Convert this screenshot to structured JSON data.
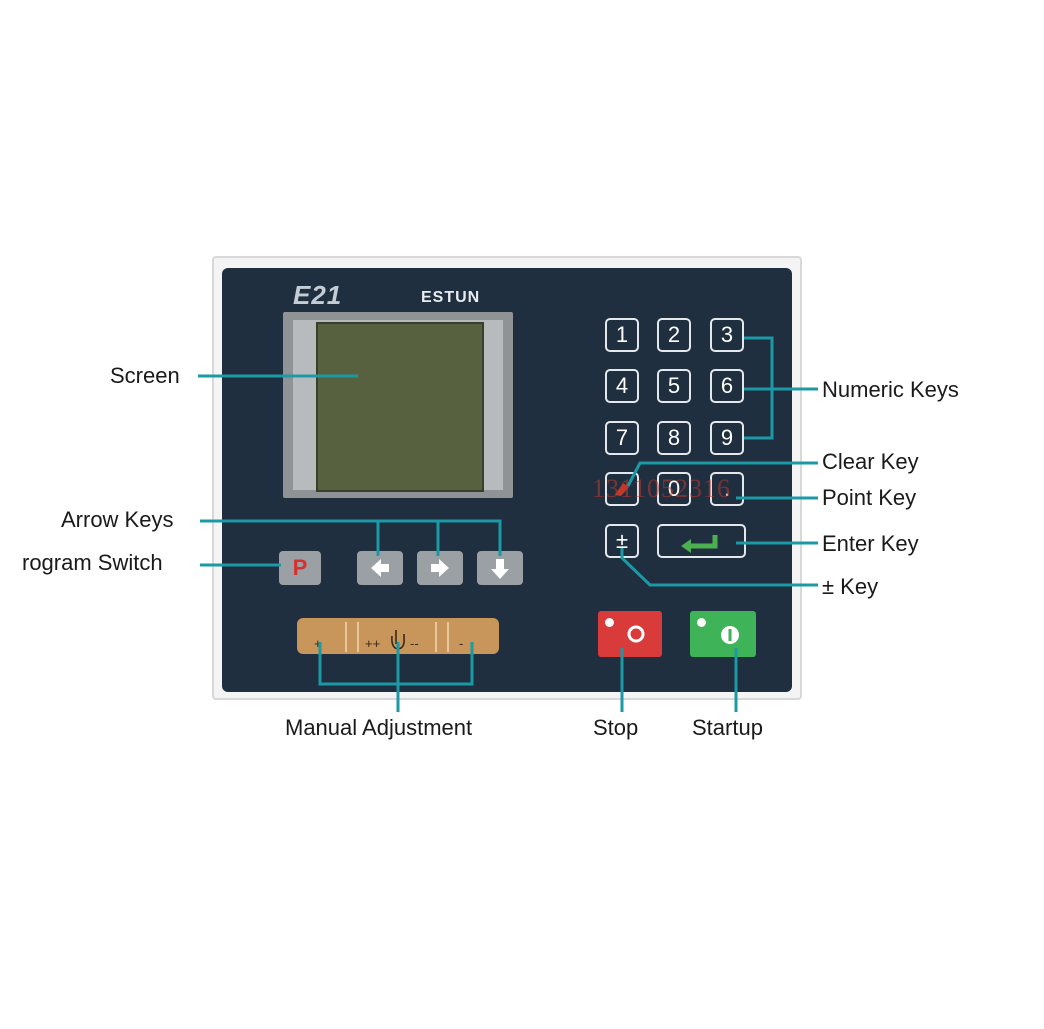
{
  "device": {
    "model": "E21",
    "brand": "ESTUN",
    "numeric_keys": [
      "1",
      "2",
      "3",
      "4",
      "5",
      "6",
      "7",
      "8",
      "9"
    ],
    "zero_key": "0",
    "point_key": ".",
    "plus_minus_key": "±",
    "program_key": "P",
    "adjust_marks": [
      "+",
      "++",
      "--",
      "-"
    ]
  },
  "callouts": {
    "screen": "Screen",
    "arrow_keys": "Arrow Keys",
    "program_switch": "rogram Switch",
    "manual_adjustment": "Manual Adjustment",
    "stop": "Stop",
    "startup": "Startup",
    "numeric_keys": "Numeric Keys",
    "clear_key": "Clear Key",
    "point_key": "Point Key",
    "enter_key": "Enter Key",
    "plus_minus_key": "± Key"
  },
  "watermark": "1311052316",
  "colors": {
    "panel": "#1f2f40",
    "leader_line": "#1b9aa6",
    "stop": "#d93a3a",
    "startup": "#3fb357",
    "adjust_strip": "#c8955a"
  }
}
